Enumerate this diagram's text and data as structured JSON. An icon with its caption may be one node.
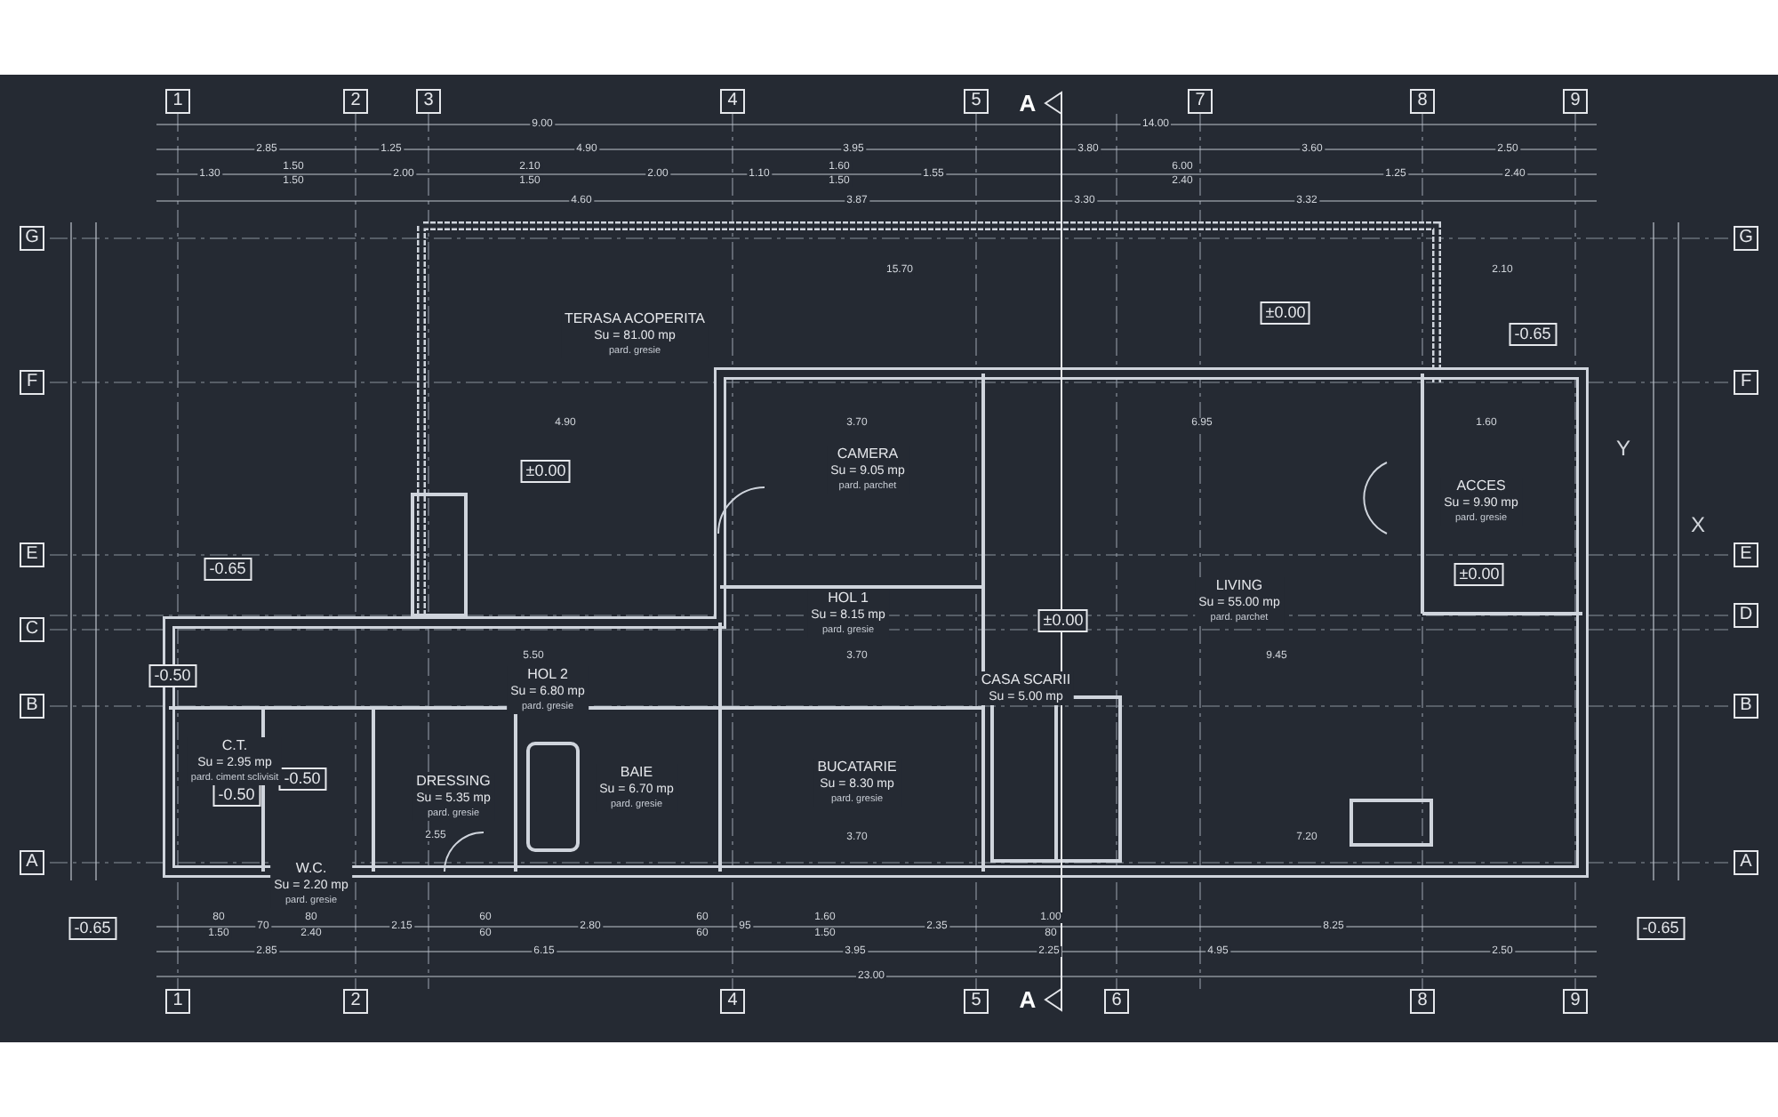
{
  "diagram": {
    "nodes": [
      {
        "text": [
          "TERASA ACOPERITA",
          "Su = 81.00 mp",
          "pard. gresie"
        ]
      },
      {
        "text": [
          "CAMERA",
          "Su = 9.05 mp",
          "pard. parchet"
        ]
      },
      {
        "text": [
          "HOL 1",
          "Su = 8.15 mp",
          "pard. gresie"
        ]
      },
      {
        "text": [
          "ACCES",
          "Su = 9.90 mp",
          "pard. gresie"
        ]
      },
      {
        "text": [
          "LIVING",
          "Su = 55.00 mp",
          "pard. parchet"
        ]
      },
      {
        "text": [
          "HOL 2",
          "Su = 6.80 mp",
          "pard. gresie"
        ]
      },
      {
        "text": [
          "CASA SCARII",
          "Su = 5.00 mp"
        ]
      },
      {
        "text": [
          "C.T.",
          "Su = 2.95 mp",
          "pard. ciment sclivisit"
        ]
      },
      {
        "text": [
          "DRESSING",
          "Su = 5.35 mp",
          "pard. gresie"
        ]
      },
      {
        "text": [
          "BAIE",
          "Su = 6.70 mp",
          "pard. gresie"
        ]
      },
      {
        "text": [
          "BUCATARIE",
          "Su = 8.30 mp",
          "pard. gresie"
        ]
      },
      {
        "text": [
          "W.C.",
          "Su = 2.20 mp",
          "pard. gresie"
        ]
      }
    ],
    "labels": [
      "1",
      "2",
      "3",
      "4",
      "5",
      "A",
      "7",
      "8",
      "9",
      "G",
      "F",
      "E",
      "C",
      "B",
      "A",
      "G",
      "F",
      "E",
      "D",
      "B",
      "A",
      "9.00",
      "14.00",
      "2.85",
      "1.25",
      "4.90",
      "3.95",
      "3.80",
      "3.60",
      "2.50",
      "1.30",
      "1.50",
      "1.50",
      "2.00",
      "2.10",
      "1.50",
      "2.00",
      "1.10",
      "1.60",
      "1.50",
      "1.55",
      "6.00",
      "2.40",
      "1.25",
      "2.40",
      "4.60",
      "3.87",
      "3.30",
      "3.32",
      "15.70",
      "2.10",
      "4.90",
      "3.70",
      "6.95",
      "1.60",
      "5.50",
      "3.70",
      "9.45",
      "2.55",
      "3.70",
      "7.20",
      "-0.65",
      "±0.00",
      "±0.00",
      "±0.00",
      "±0.00",
      "-0.65",
      "-0.50",
      "-0.50",
      "-0.50",
      "-0.65",
      "-0.65",
      "80",
      "1.50",
      "70",
      "80",
      "2.40",
      "2.15",
      "60",
      "60",
      "2.80",
      "60",
      "60",
      "95",
      "1.60",
      "1.50",
      "2.35",
      "1.00",
      "80",
      "8.25",
      "2.85",
      "6.15",
      "3.95",
      "2.25",
      "4.95",
      "2.50",
      "23.00",
      "1",
      "2",
      "4",
      "5",
      "A",
      "6",
      "8",
      "9",
      "Y",
      "X"
    ]
  }
}
